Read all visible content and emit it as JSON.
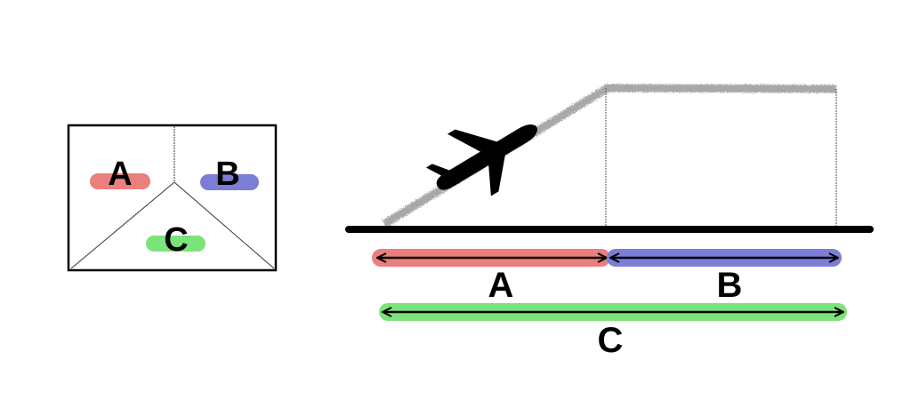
{
  "legend_box": {
    "labels": {
      "a": "A",
      "b": "B",
      "c": "C"
    }
  },
  "diagram": {
    "labels": {
      "a": "A",
      "b": "B",
      "c": "C"
    }
  },
  "colors": {
    "a": "#ea7f7d",
    "b": "#7b7dd6",
    "c": "#7ce37a",
    "trail": "#9a9a9a",
    "ink": "#000000"
  }
}
